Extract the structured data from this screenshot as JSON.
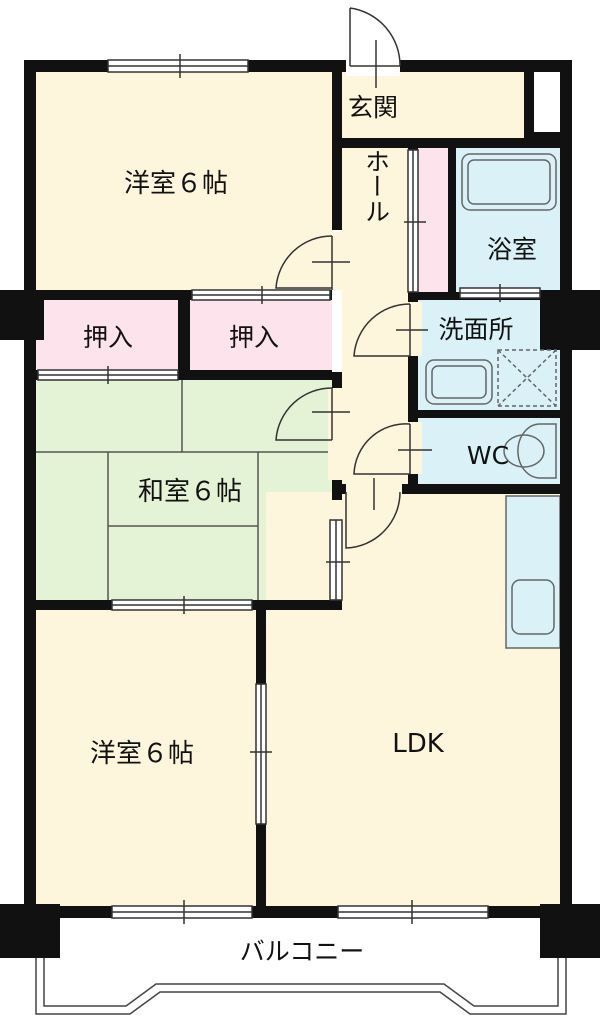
{
  "floorplan": {
    "colors": {
      "room_fill": "#fdf5dc",
      "closet_fill": "#fde3ec",
      "tatami_fill": "#e4f2d6",
      "wet_fill": "#d9f1f7",
      "wall": "#111111",
      "fixture_line": "#666666"
    },
    "rooms": {
      "western_top": "洋室６帖",
      "entrance": "玄関",
      "hall": "ホール",
      "bath": "浴室",
      "closet_left": "押入",
      "closet_right": "押入",
      "washroom": "洗面所",
      "toilet": "WC",
      "japanese": "和室６帖",
      "western_bottom": "洋室６帖",
      "ldk": "LDK",
      "balcony": "バルコニー"
    }
  }
}
